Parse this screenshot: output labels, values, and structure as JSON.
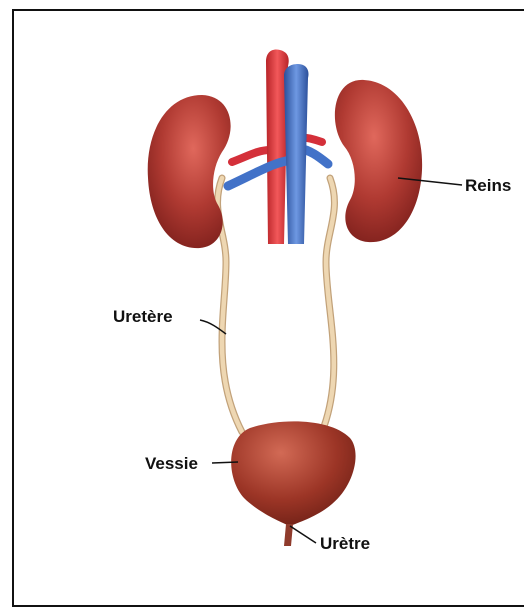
{
  "labels": {
    "reins": "Reins",
    "uretere": "Uretère",
    "vessie": "Vessie",
    "uretre": "Urètre"
  },
  "colors": {
    "kidney": "#a8322c",
    "kidney_highlight": "#d9655a",
    "artery": "#e0393a",
    "vein": "#3f6fc4",
    "ureter": "#e8cfa8",
    "ureter_edge": "#c2a27a",
    "bladder": "#9c3526",
    "frame": "#111111"
  },
  "icons": [
    "kidney-left-icon",
    "kidney-right-icon",
    "aorta-icon",
    "vena-cava-icon",
    "ureter-icon",
    "bladder-icon",
    "urethra-icon"
  ]
}
